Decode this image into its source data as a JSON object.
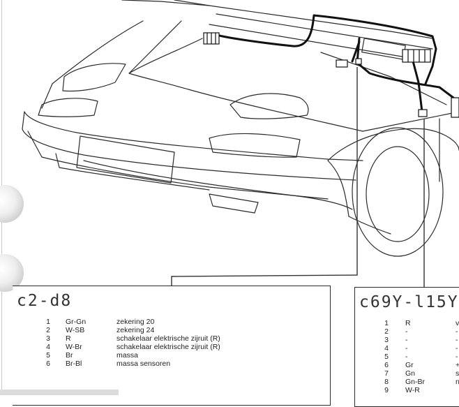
{
  "left_panel": {
    "code": "c2-d8",
    "rows": [
      {
        "num": "1",
        "color": "Gr-Gn",
        "desc": "zekering 20"
      },
      {
        "num": "2",
        "color": "W-SB",
        "desc": "zekering 24"
      },
      {
        "num": "3",
        "color": "R",
        "desc": "schakelaar elektrische zijruit (R)"
      },
      {
        "num": "4",
        "color": "W-Br",
        "desc": "schakelaar elektrische zijruit (R)"
      },
      {
        "num": "5",
        "color": "Br",
        "desc": "massa"
      },
      {
        "num": "6",
        "color": "Br-Bl",
        "desc": "massa sensoren"
      }
    ]
  },
  "right_panel": {
    "code": "c69Y-l15Y",
    "rows": [
      {
        "num": "1",
        "color": "R",
        "desc": "v"
      },
      {
        "num": "2",
        "color": "-",
        "desc": "-"
      },
      {
        "num": "3",
        "color": "-",
        "desc": "-"
      },
      {
        "num": "4",
        "color": "-",
        "desc": "-"
      },
      {
        "num": "5",
        "color": "-",
        "desc": "-"
      },
      {
        "num": "6",
        "color": "Gr",
        "desc": "+"
      },
      {
        "num": "7",
        "color": "Gn",
        "desc": "s"
      },
      {
        "num": "8",
        "color": "Gn-Br",
        "desc": "n"
      },
      {
        "num": "9",
        "color": "W-R",
        "desc": ""
      }
    ]
  },
  "colors": {
    "line": "#222222",
    "harness": "#111111",
    "paper": "#ffffff"
  }
}
